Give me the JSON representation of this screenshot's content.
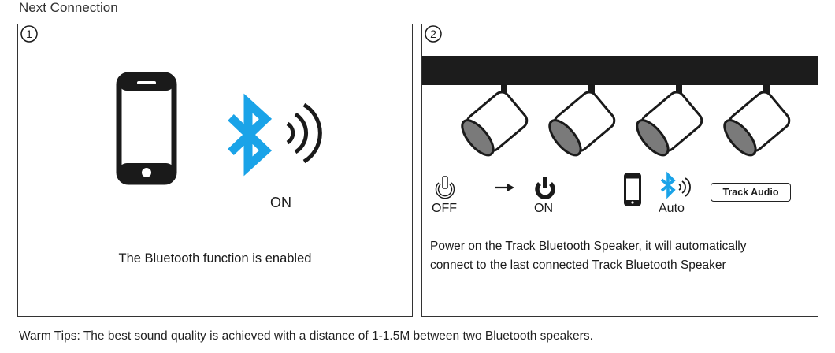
{
  "page": {
    "title": "Next Connection",
    "tips": "Warm Tips: The best sound quality is achieved with a distance of 1-1.5M between two Bluetooth speakers."
  },
  "panel1": {
    "step": "1",
    "status_label": "ON",
    "caption": "The Bluetooth function is enabled"
  },
  "panel2": {
    "step": "2",
    "off_label": "OFF",
    "on_label": "ON",
    "auto_label": "Auto",
    "track_audio_label": "Track Audio",
    "caption": "Power on the Track Bluetooth Speaker, it will automatically connect to the last connected Track Bluetooth Speaker"
  },
  "colors": {
    "bluetooth": "#1aa3e8",
    "outline": "#1a1a1a",
    "spotlight_lens": "#7a7a7a"
  },
  "icons": [
    "smartphone-icon",
    "bluetooth-icon",
    "sound-waves-icon",
    "power-icon",
    "arrow-right-icon",
    "track-spotlight-icon"
  ]
}
